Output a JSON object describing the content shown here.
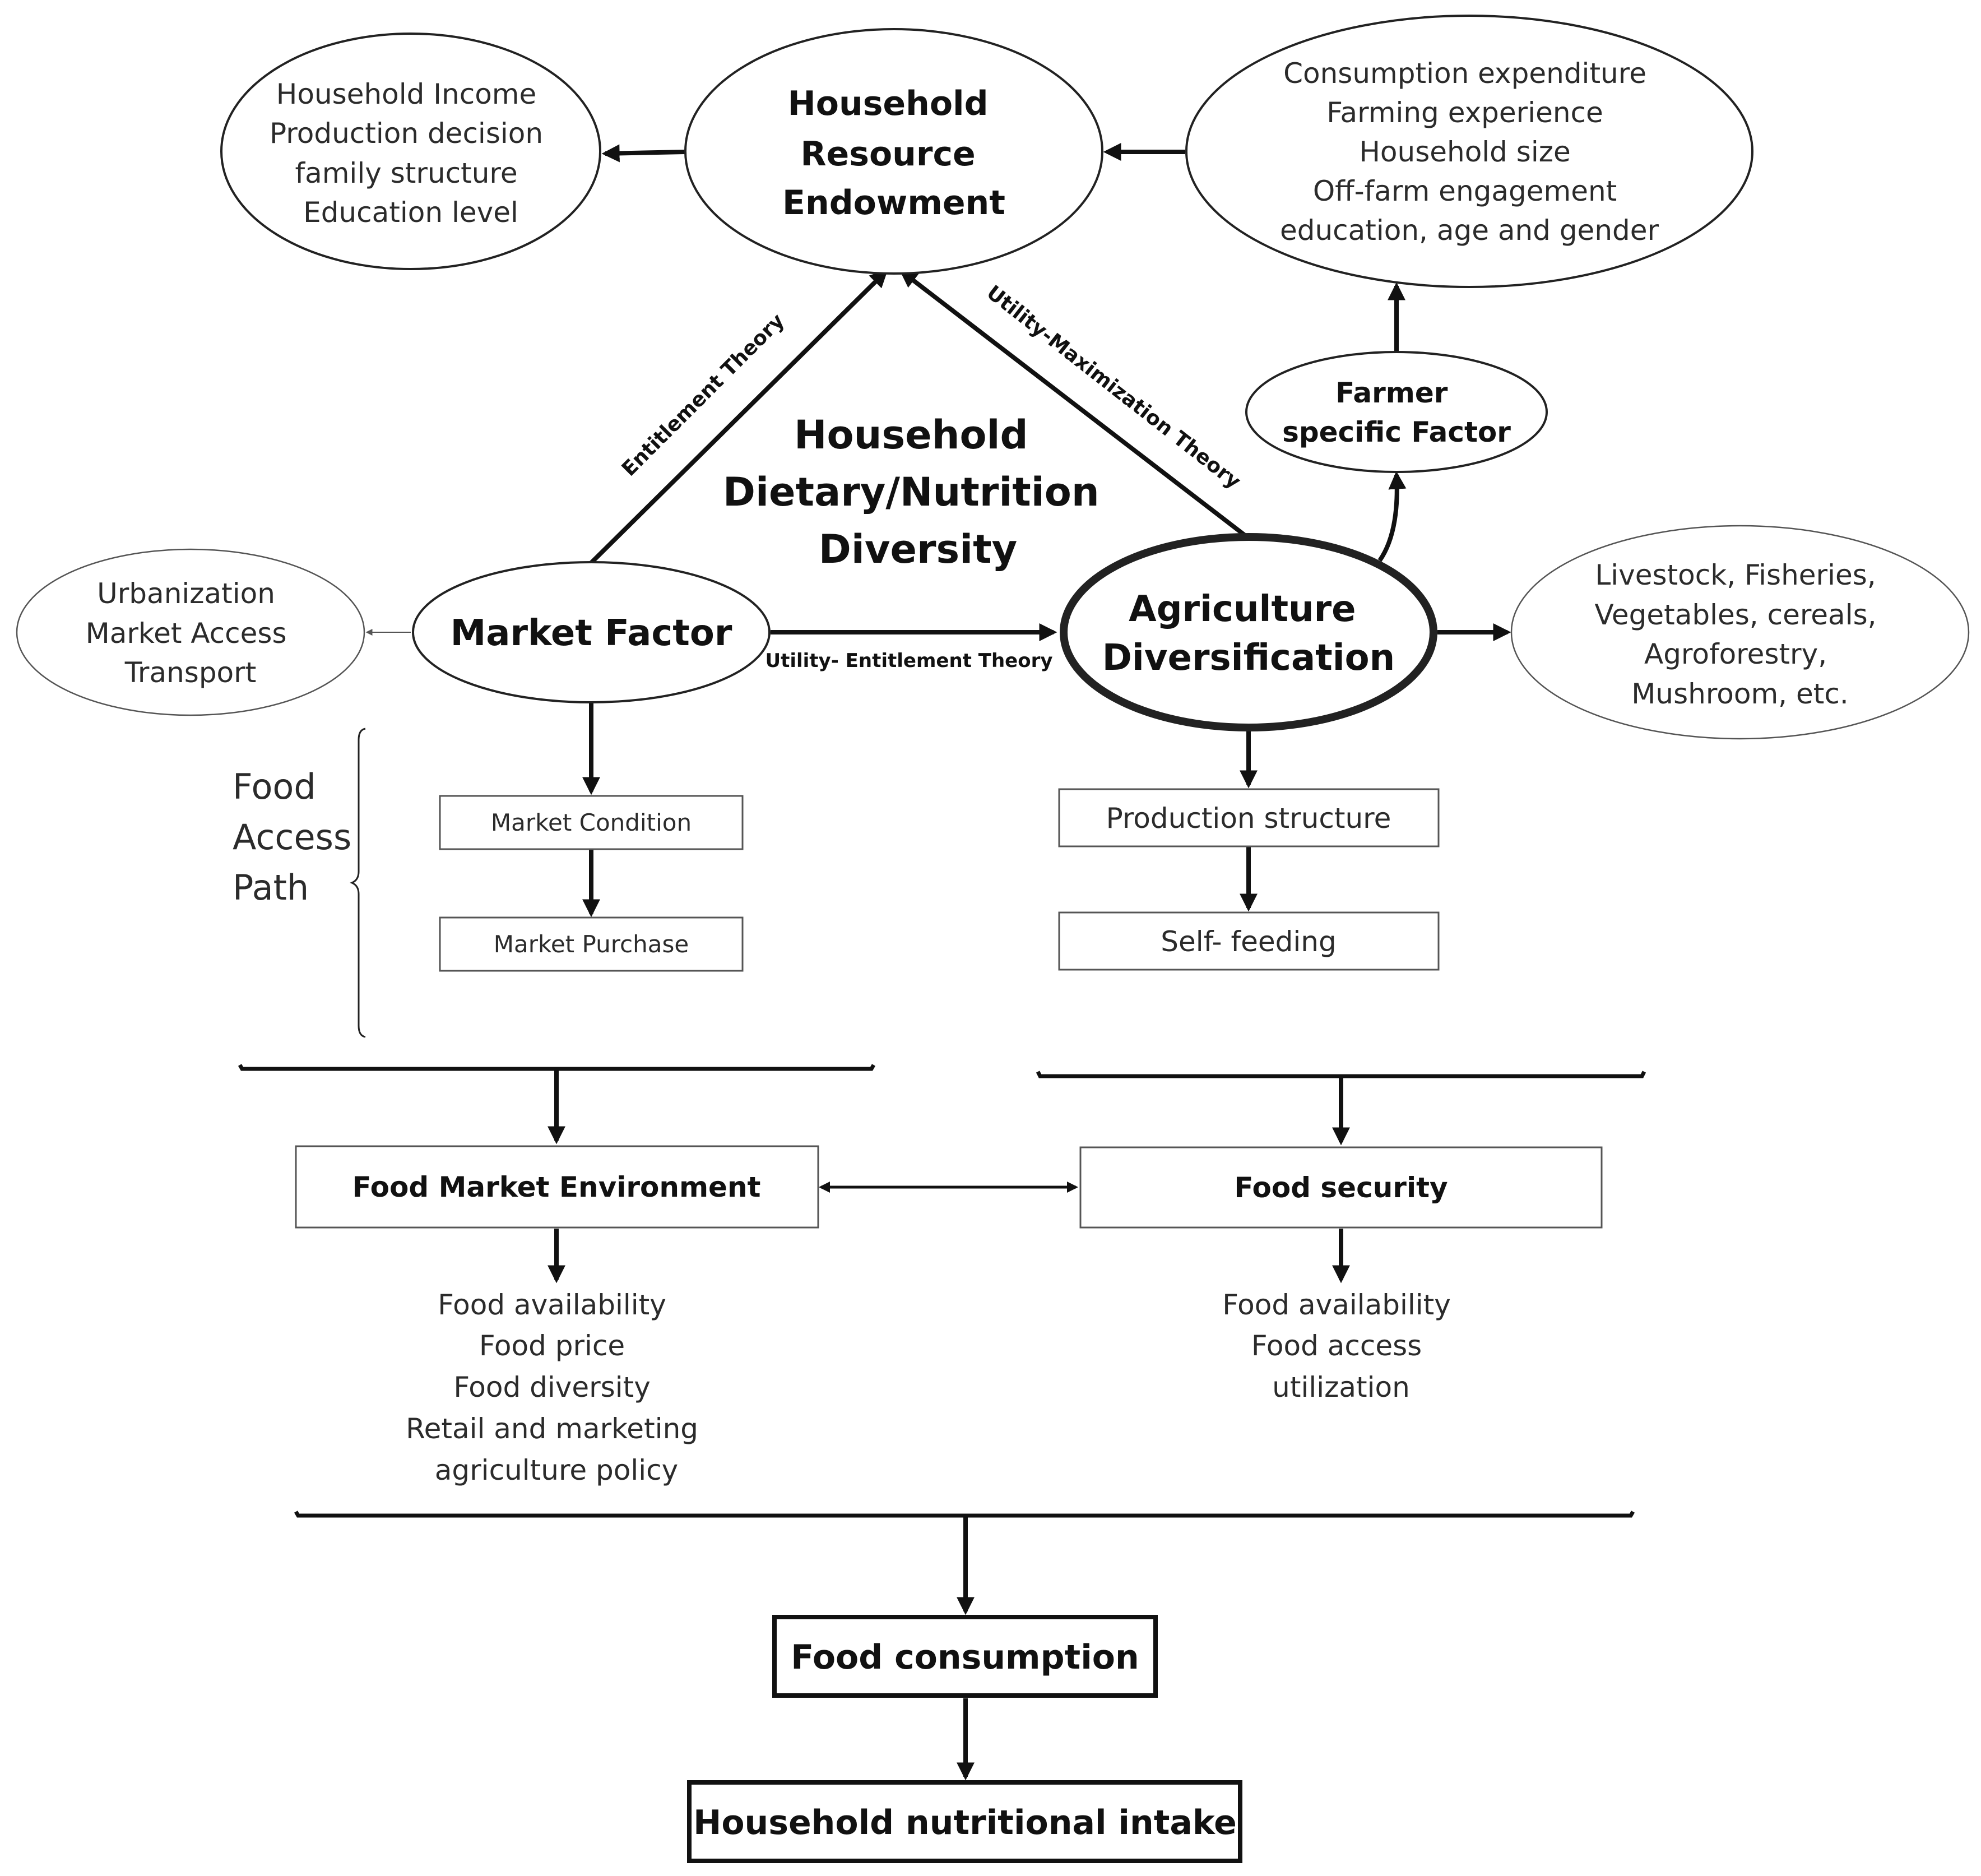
{
  "title": {
    "lines": [
      "Household",
      "Dietary/Nutrition",
      "Diversity"
    ]
  },
  "nodes": {
    "household_resource": {
      "lines": [
        "Household",
        "Resource",
        "Endowment"
      ]
    },
    "resource_factors": {
      "lines": [
        "Household Income",
        "Production decision",
        "family structure",
        "Education level"
      ]
    },
    "farmer_characteristics": {
      "lines": [
        "Consumption expenditure",
        "Farming experience",
        "Household size",
        "Off-farm engagement",
        "education, age and gender"
      ]
    },
    "farmer_specific": {
      "lines": [
        "Farmer",
        "specific Factor"
      ]
    },
    "market_factor": {
      "label": "Market Factor"
    },
    "market_drivers": {
      "lines": [
        "Urbanization",
        "Market Access",
        "Transport"
      ]
    },
    "agri_diversification": {
      "lines": [
        "Agriculture",
        "Diversification"
      ]
    },
    "agri_types": {
      "lines": [
        "Livestock, Fisheries,",
        "Vegetables,  cereals,",
        "Agroforestry,",
        "Mushroom,  etc."
      ]
    },
    "market_condition": {
      "label": "Market Condition"
    },
    "market_purchase": {
      "label": "Market Purchase"
    },
    "production_structure": {
      "label": "Production structure"
    },
    "self_feeding": {
      "label": "Self- feeding"
    },
    "food_market_env": {
      "label": "Food Market Environment"
    },
    "food_security": {
      "label": "Food security"
    },
    "food_market_items": {
      "lines": [
        "Food availability",
        "Food price",
        "Food diversity",
        "Retail and marketing",
        "agriculture policy"
      ]
    },
    "food_security_items": {
      "lines": [
        "Food availability",
        "Food access",
        "utilization"
      ]
    },
    "food_consumption": {
      "label": "Food consumption"
    },
    "nutritional_intake": {
      "label": "Household nutritional intake"
    }
  },
  "edge_labels": {
    "entitlement": "Entitlement Theory",
    "utility_max": "Utility-Maximization Theory",
    "utility_entitlement": "Utility- Entitlement Theory"
  },
  "food_access_path": {
    "lines": [
      "Food",
      "Access",
      "Path"
    ]
  }
}
